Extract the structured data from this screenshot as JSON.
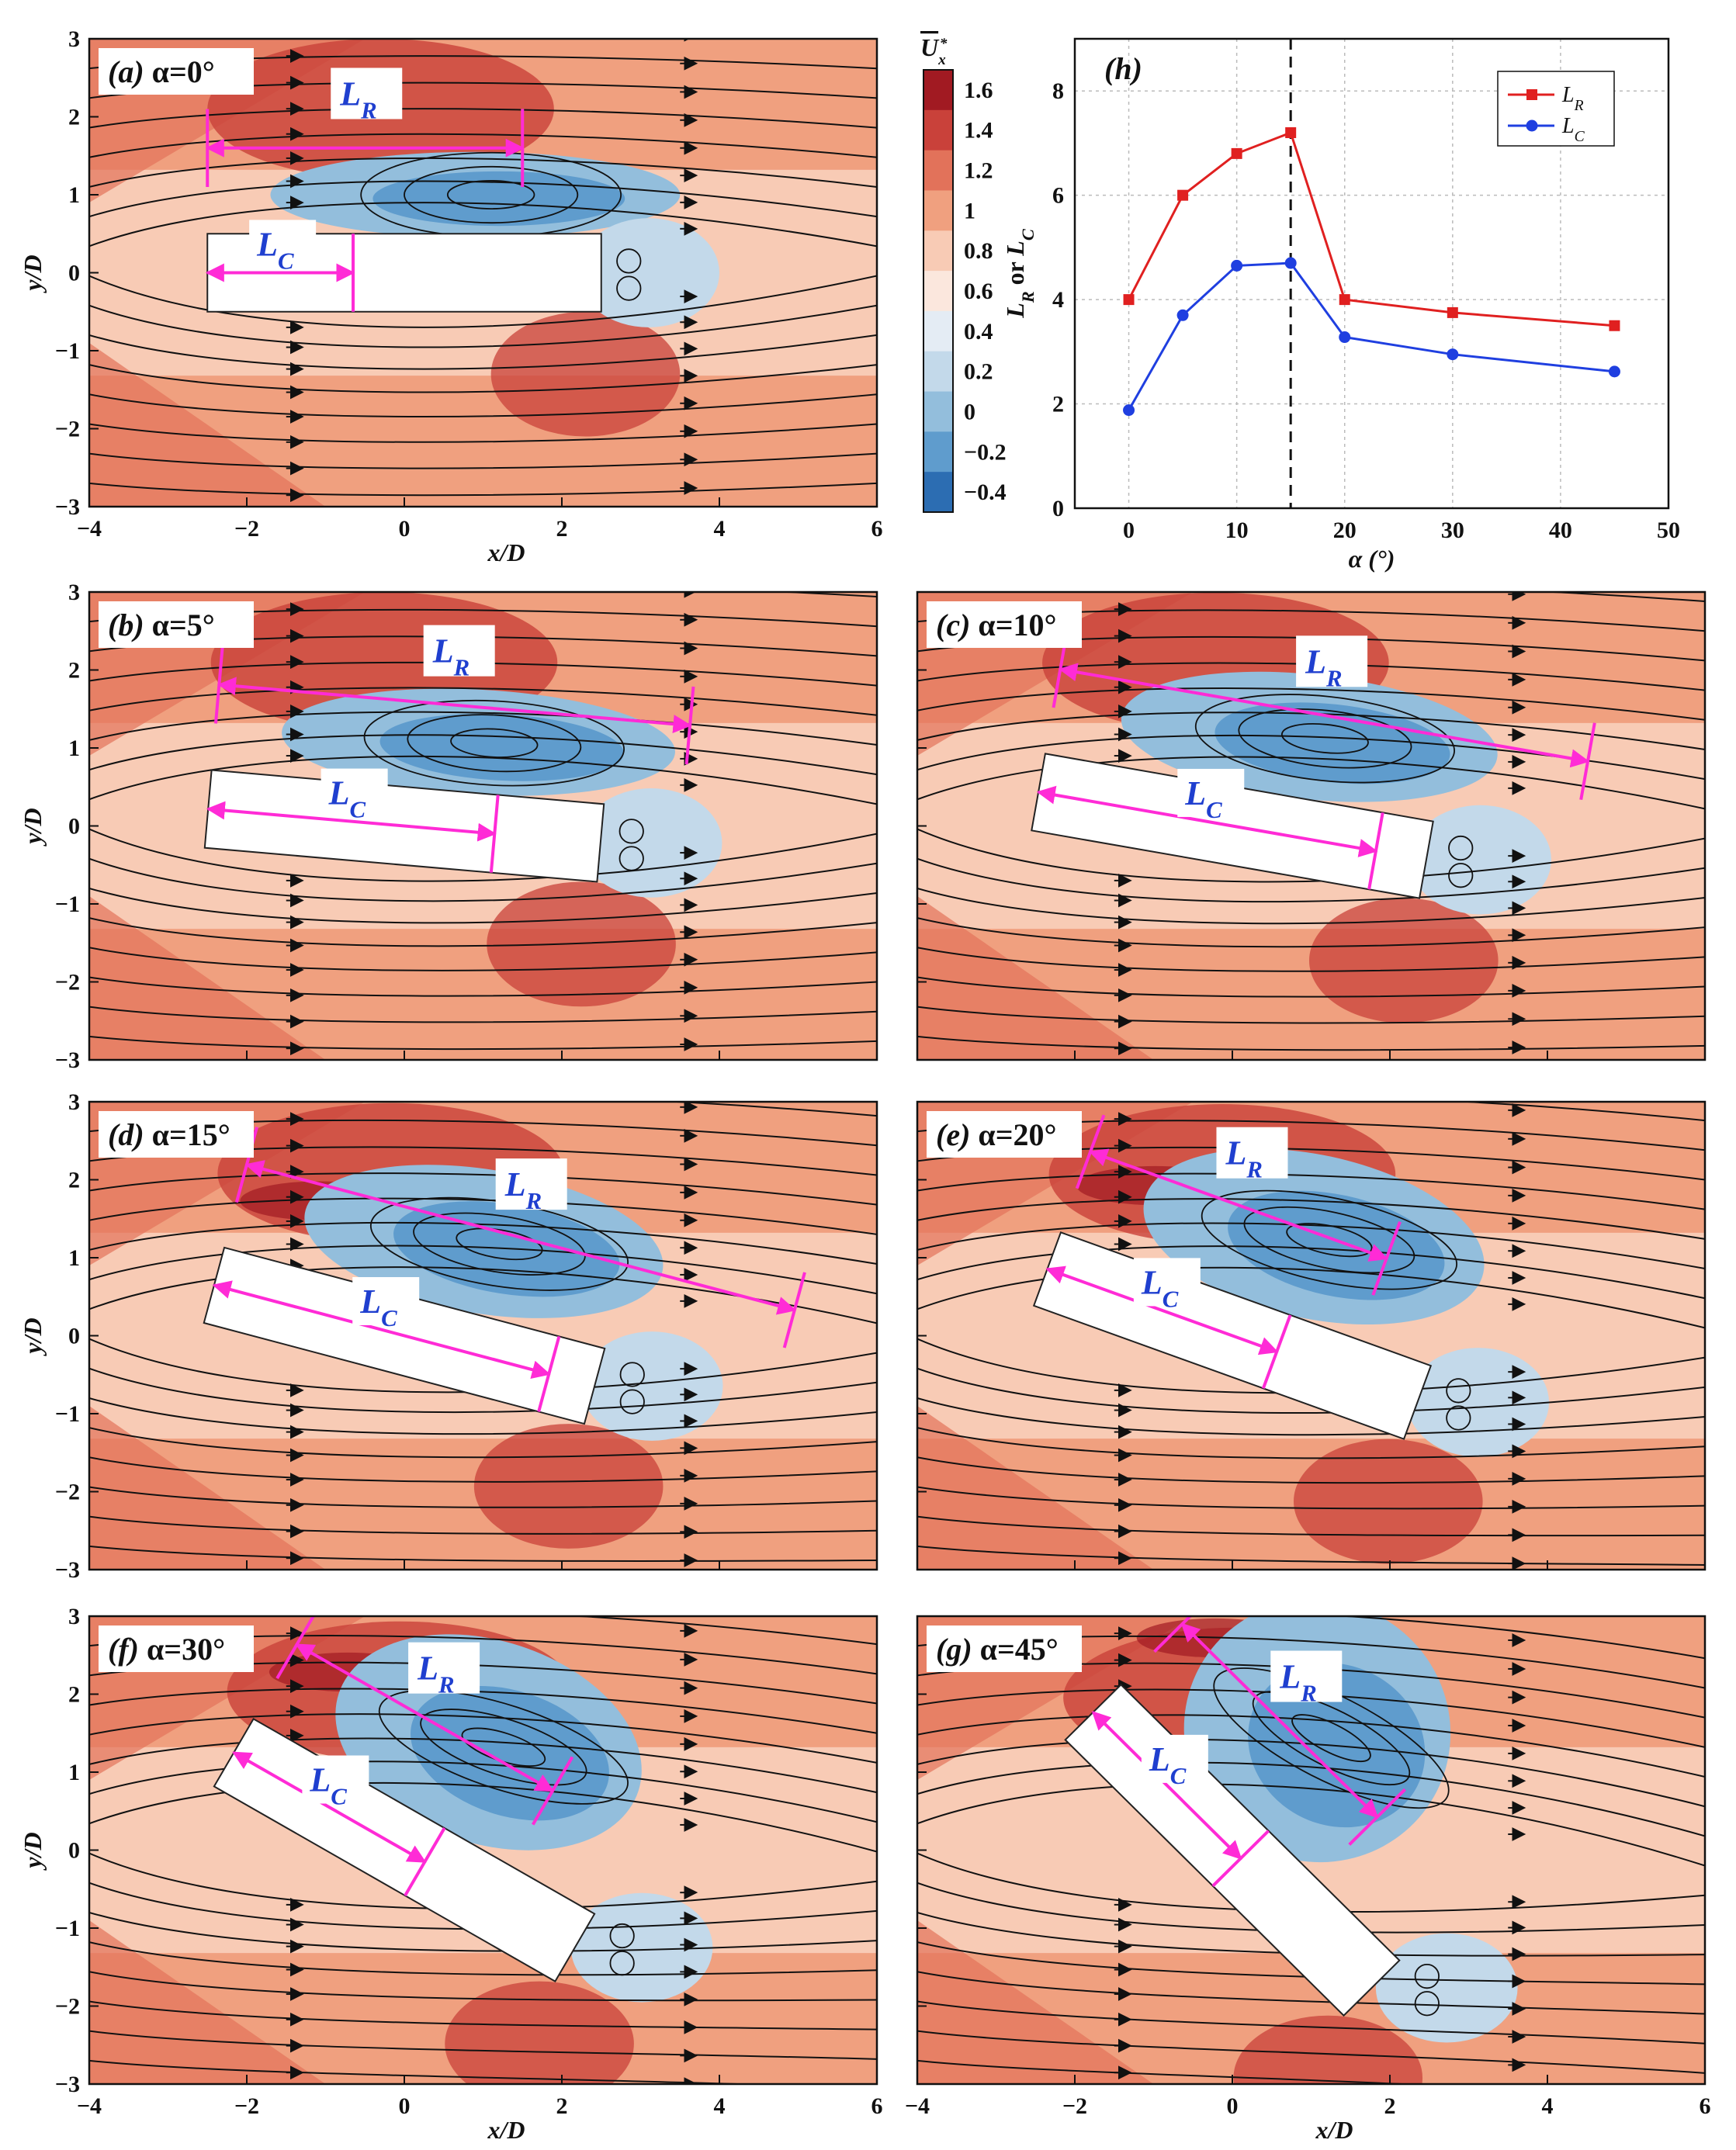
{
  "chart_data": [
    {
      "type": "contour",
      "panel": "a",
      "label_tag": "(a)",
      "label_rest": " α=0°",
      "alpha": 0,
      "LR_label": "L",
      "LR_sub": "R",
      "LC_label": "L",
      "LC_sub": "C",
      "x_ticks": [
        "−4",
        "−2",
        "0",
        "2",
        "4",
        "6"
      ],
      "y_ticks": [
        "3",
        "2",
        "1",
        "0",
        "−1",
        "−2",
        "−3"
      ],
      "xlabel": "x/D",
      "ylabel": "y/D",
      "xlim": [
        -4,
        6
      ],
      "ylim": [
        -3,
        3
      ]
    },
    {
      "type": "contour",
      "panel": "b",
      "label_tag": "(b)",
      "label_rest": " α=5°",
      "alpha": 5,
      "LR_label": "L",
      "LR_sub": "R",
      "LC_label": "L",
      "LC_sub": "C",
      "y_ticks": [
        "3",
        "2",
        "1",
        "0",
        "−1",
        "−2",
        "−3"
      ],
      "ylabel": "y/D",
      "xlim": [
        -4,
        6
      ],
      "ylim": [
        -3,
        3
      ]
    },
    {
      "type": "contour",
      "panel": "c",
      "label_tag": "(c)",
      "label_rest": " α=10°",
      "alpha": 10,
      "LR_label": "L",
      "LR_sub": "R",
      "LC_label": "L",
      "LC_sub": "C",
      "xlim": [
        -4,
        6
      ],
      "ylim": [
        -3,
        3
      ]
    },
    {
      "type": "contour",
      "panel": "d",
      "label_tag": "(d)",
      "label_rest": " α=15°",
      "alpha": 15,
      "LR_label": "L",
      "LR_sub": "R",
      "LC_label": "L",
      "LC_sub": "C",
      "y_ticks": [
        "3",
        "2",
        "1",
        "0",
        "−1",
        "−2",
        "−3"
      ],
      "ylabel": "y/D",
      "xlim": [
        -4,
        6
      ],
      "ylim": [
        -3,
        3
      ]
    },
    {
      "type": "contour",
      "panel": "e",
      "label_tag": "(e)",
      "label_rest": " α=20°",
      "alpha": 20,
      "LR_label": "L",
      "LR_sub": "R",
      "LC_label": "L",
      "LC_sub": "C",
      "xlim": [
        -4,
        6
      ],
      "ylim": [
        -3,
        3
      ]
    },
    {
      "type": "contour",
      "panel": "f",
      "label_tag": "(f)",
      "label_rest": " α=30°",
      "alpha": 30,
      "LR_label": "L",
      "LR_sub": "R",
      "LC_label": "L",
      "LC_sub": "C",
      "x_ticks": [
        "−4",
        "−2",
        "0",
        "2",
        "4",
        "6"
      ],
      "y_ticks": [
        "3",
        "2",
        "1",
        "0",
        "−1",
        "−2",
        "−3"
      ],
      "xlabel": "x/D",
      "ylabel": "y/D",
      "xlim": [
        -4,
        6
      ],
      "ylim": [
        -3,
        3
      ]
    },
    {
      "type": "contour",
      "panel": "g",
      "label_tag": "(g)",
      "label_rest": " α=45°",
      "alpha": 45,
      "LR_label": "L",
      "LR_sub": "R",
      "LC_label": "L",
      "LC_sub": "C",
      "x_ticks": [
        "−4",
        "−2",
        "0",
        "2",
        "4",
        "6"
      ],
      "xlabel": "x/D",
      "xlim": [
        -4,
        6
      ],
      "ylim": [
        -3,
        3
      ]
    },
    {
      "type": "line",
      "panel": "h",
      "label": "(h)",
      "x": [
        0,
        5,
        10,
        15,
        20,
        30,
        45
      ],
      "series": [
        {
          "name": "L",
          "sub": "R",
          "color": "#e02020",
          "marker": "square",
          "values": [
            4.0,
            6.0,
            6.8,
            7.2,
            4.0,
            3.75,
            3.5
          ]
        },
        {
          "name": "L",
          "sub": "C",
          "color": "#1f3fe0",
          "marker": "circle",
          "values": [
            1.88,
            3.7,
            4.65,
            4.7,
            3.28,
            2.95,
            2.62
          ]
        }
      ],
      "x_ticks": [
        "0",
        "10",
        "20",
        "30",
        "40",
        "50"
      ],
      "y_ticks": [
        "0",
        "2",
        "4",
        "6",
        "8"
      ],
      "xlim": [
        -5,
        50
      ],
      "ylim": [
        0,
        9
      ],
      "xlabel": "α (°)",
      "ylabel_parts": [
        "L",
        "R",
        " or ",
        "L",
        "C"
      ],
      "grid": true,
      "legend": "top-right",
      "vline_x": 15
    }
  ],
  "colorbar": {
    "title": "U",
    "title_sup": "*",
    "title_sub": "x",
    "ticks": [
      "1.6",
      "1.4",
      "1.2",
      "1",
      "0.8",
      "0.6",
      "0.4",
      "0.2",
      "0",
      "−0.2",
      "−0.4"
    ],
    "colors": [
      "#a11a22",
      "#c9413a",
      "#e2725a",
      "#f0a07f",
      "#f8cbb5",
      "#fbe7dd",
      "#e4ecf4",
      "#c3d9ea",
      "#93bedc",
      "#5f9ccd",
      "#2c6db2"
    ]
  }
}
